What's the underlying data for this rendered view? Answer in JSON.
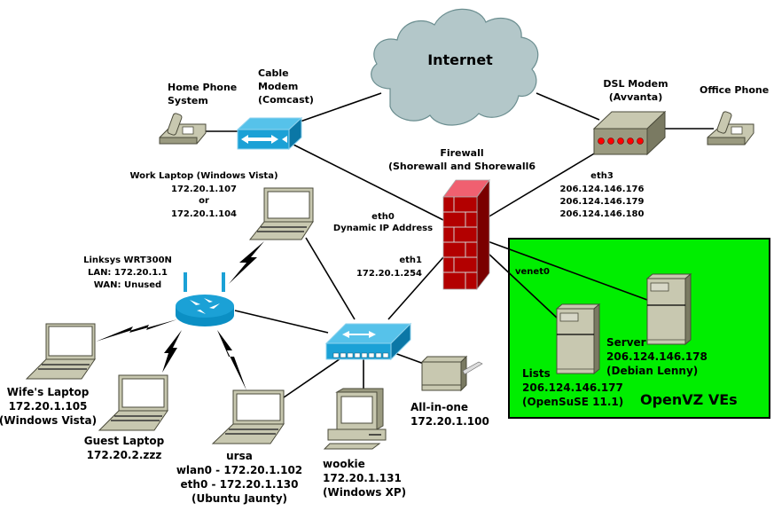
{
  "diagram": {
    "cloud": {
      "label": "Internet"
    },
    "cable_modem": {
      "lines": [
        "Cable",
        "Modem",
        "(Comcast)"
      ]
    },
    "home_phone": {
      "lines": [
        "Home Phone",
        "System"
      ]
    },
    "dsl_modem": {
      "lines": [
        "DSL Modem",
        "(Avvanta)"
      ]
    },
    "office_phone": {
      "lines": [
        "Office Phone"
      ]
    },
    "firewall": {
      "lines": [
        "Firewall",
        "(Shorewall and Shorewall6"
      ],
      "eth0": [
        "eth0",
        "Dynamic IP Address"
      ],
      "eth1": [
        "eth1",
        "172.20.1.254"
      ],
      "eth3": [
        "eth3",
        "206.124.146.176",
        "206.124.146.179",
        "206.124.146.180"
      ],
      "venet0": "venet0"
    },
    "work_laptop": {
      "lines": [
        "Work Laptop (Windows Vista)",
        "172.20.1.107",
        "or",
        "172.20.1.104"
      ]
    },
    "router": {
      "lines": [
        "Linksys WRT300N",
        "LAN: 172.20.1.1",
        "WAN: Unused"
      ]
    },
    "wife_laptop": {
      "lines": [
        "Wife's Laptop",
        "172.20.1.105",
        "(Windows Vista)"
      ]
    },
    "guest_laptop": {
      "lines": [
        "Guest Laptop",
        "172.20.2.zzz"
      ]
    },
    "ursa": {
      "lines": [
        "ursa",
        "wlan0 - 172.20.1.102",
        "eth0 - 172.20.1.130",
        "(Ubuntu Jaunty)"
      ]
    },
    "wookie": {
      "lines": [
        "wookie",
        "172.20.1.131",
        "(Windows XP)"
      ]
    },
    "all_in_one": {
      "lines": [
        "All-in-one",
        "172.20.1.100"
      ]
    },
    "openvz": {
      "title": "OpenVZ VEs",
      "color": "#00ee00",
      "lists": [
        "Lists",
        "206.124.146.177",
        "(OpenSuSE 11.1)"
      ],
      "server": [
        "Server",
        "206.124.146.178",
        "(Debian Lenny)"
      ]
    },
    "colors": {
      "cloud": "#b3c7c9",
      "firewall": "#b30000",
      "device_blue": "#1ba1d6",
      "beige": "#c8c8b0",
      "led": "#ff0000"
    }
  }
}
